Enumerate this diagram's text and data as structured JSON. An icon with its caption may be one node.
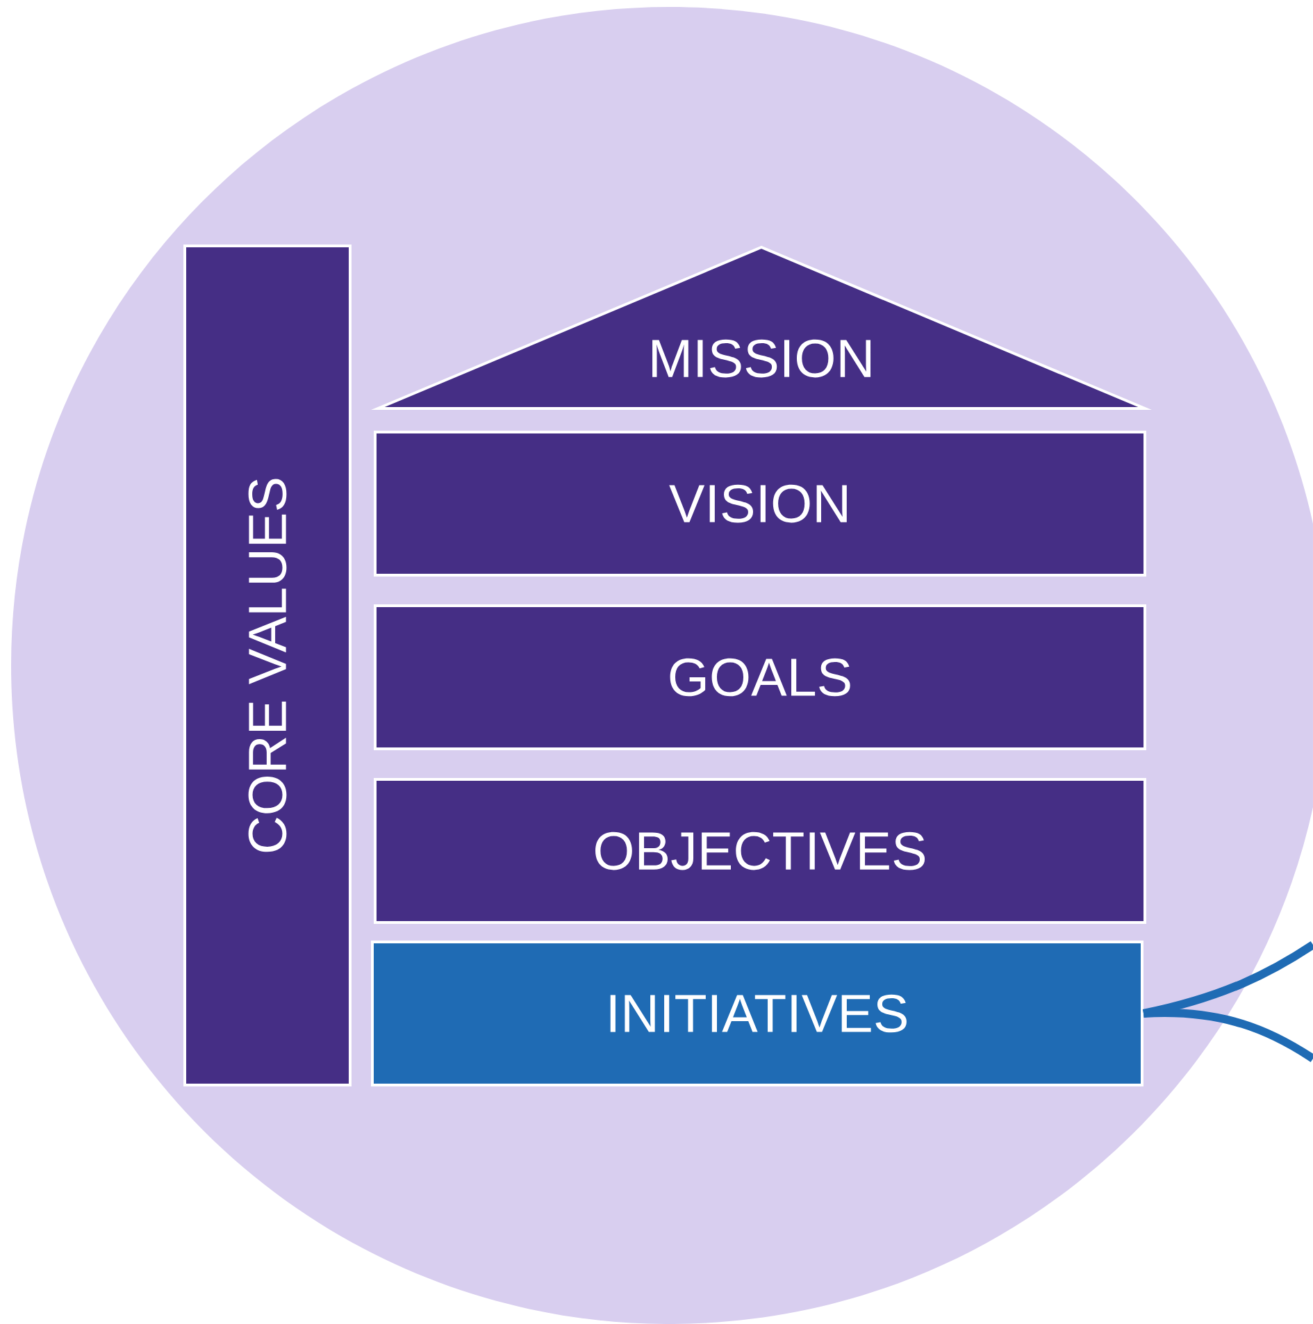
{
  "diagram": {
    "nodes": [
      {
        "text": [
          "CORE VALUES"
        ]
      },
      {
        "text": [
          "MISSION"
        ]
      },
      {
        "text": [
          "VISION"
        ]
      },
      {
        "text": [
          "GOALS"
        ]
      },
      {
        "text": [
          "OBJECTIVES"
        ]
      },
      {
        "text": [
          "INITIATIVES"
        ]
      }
    ],
    "edges": [
      {
        "from": 5,
        "to": null,
        "arrow": "none"
      },
      {
        "from": 5,
        "to": null,
        "arrow": "none"
      }
    ]
  }
}
